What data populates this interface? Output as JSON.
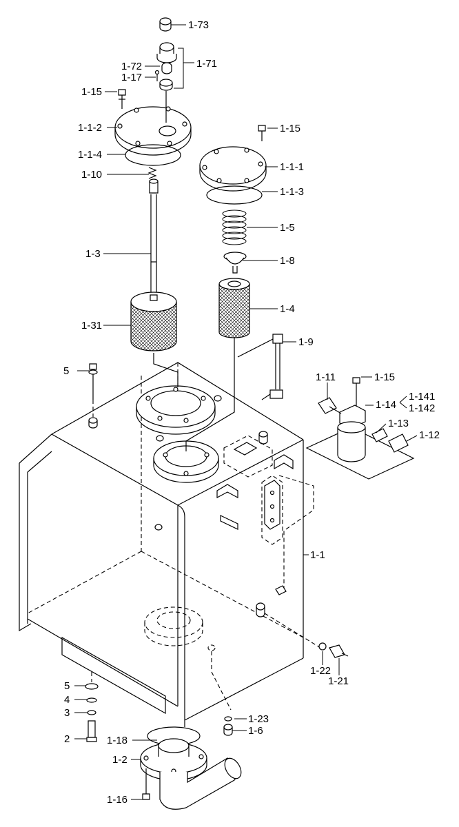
{
  "diagram": {
    "labels": {
      "l_1_73": "1-73",
      "l_1_71": "1-71",
      "l_1_72": "1-72",
      "l_1_17": "1-17",
      "l_1_15a": "1-15",
      "l_1_1_2": "1-1-2",
      "l_1_1_4": "1-1-4",
      "l_1_10": "1-10",
      "l_1_15b": "1-15",
      "l_1_1_1": "1-1-1",
      "l_1_1_3": "1-1-3",
      "l_1_5": "1-5",
      "l_1_3": "1-3",
      "l_1_8": "1-8",
      "l_1_4": "1-4",
      "l_1_31": "1-31",
      "l_1_9": "1-9",
      "l_5a": "5",
      "l_1_11": "1-11",
      "l_1_15c": "1-15",
      "l_1_141": "1-141",
      "l_1_14": "1-14",
      "l_1_142": "1-142",
      "l_1_13": "1-13",
      "l_1_12": "1-12",
      "l_1_1": "1-1",
      "l_1_22": "1-22",
      "l_1_21": "1-21",
      "l_5b": "5",
      "l_4": "4",
      "l_3": "3",
      "l_2": "2",
      "l_1_23": "1-23",
      "l_1_6": "1-6",
      "l_1_18": "1-18",
      "l_1_2": "1-2",
      "l_1_16": "1-16"
    }
  }
}
